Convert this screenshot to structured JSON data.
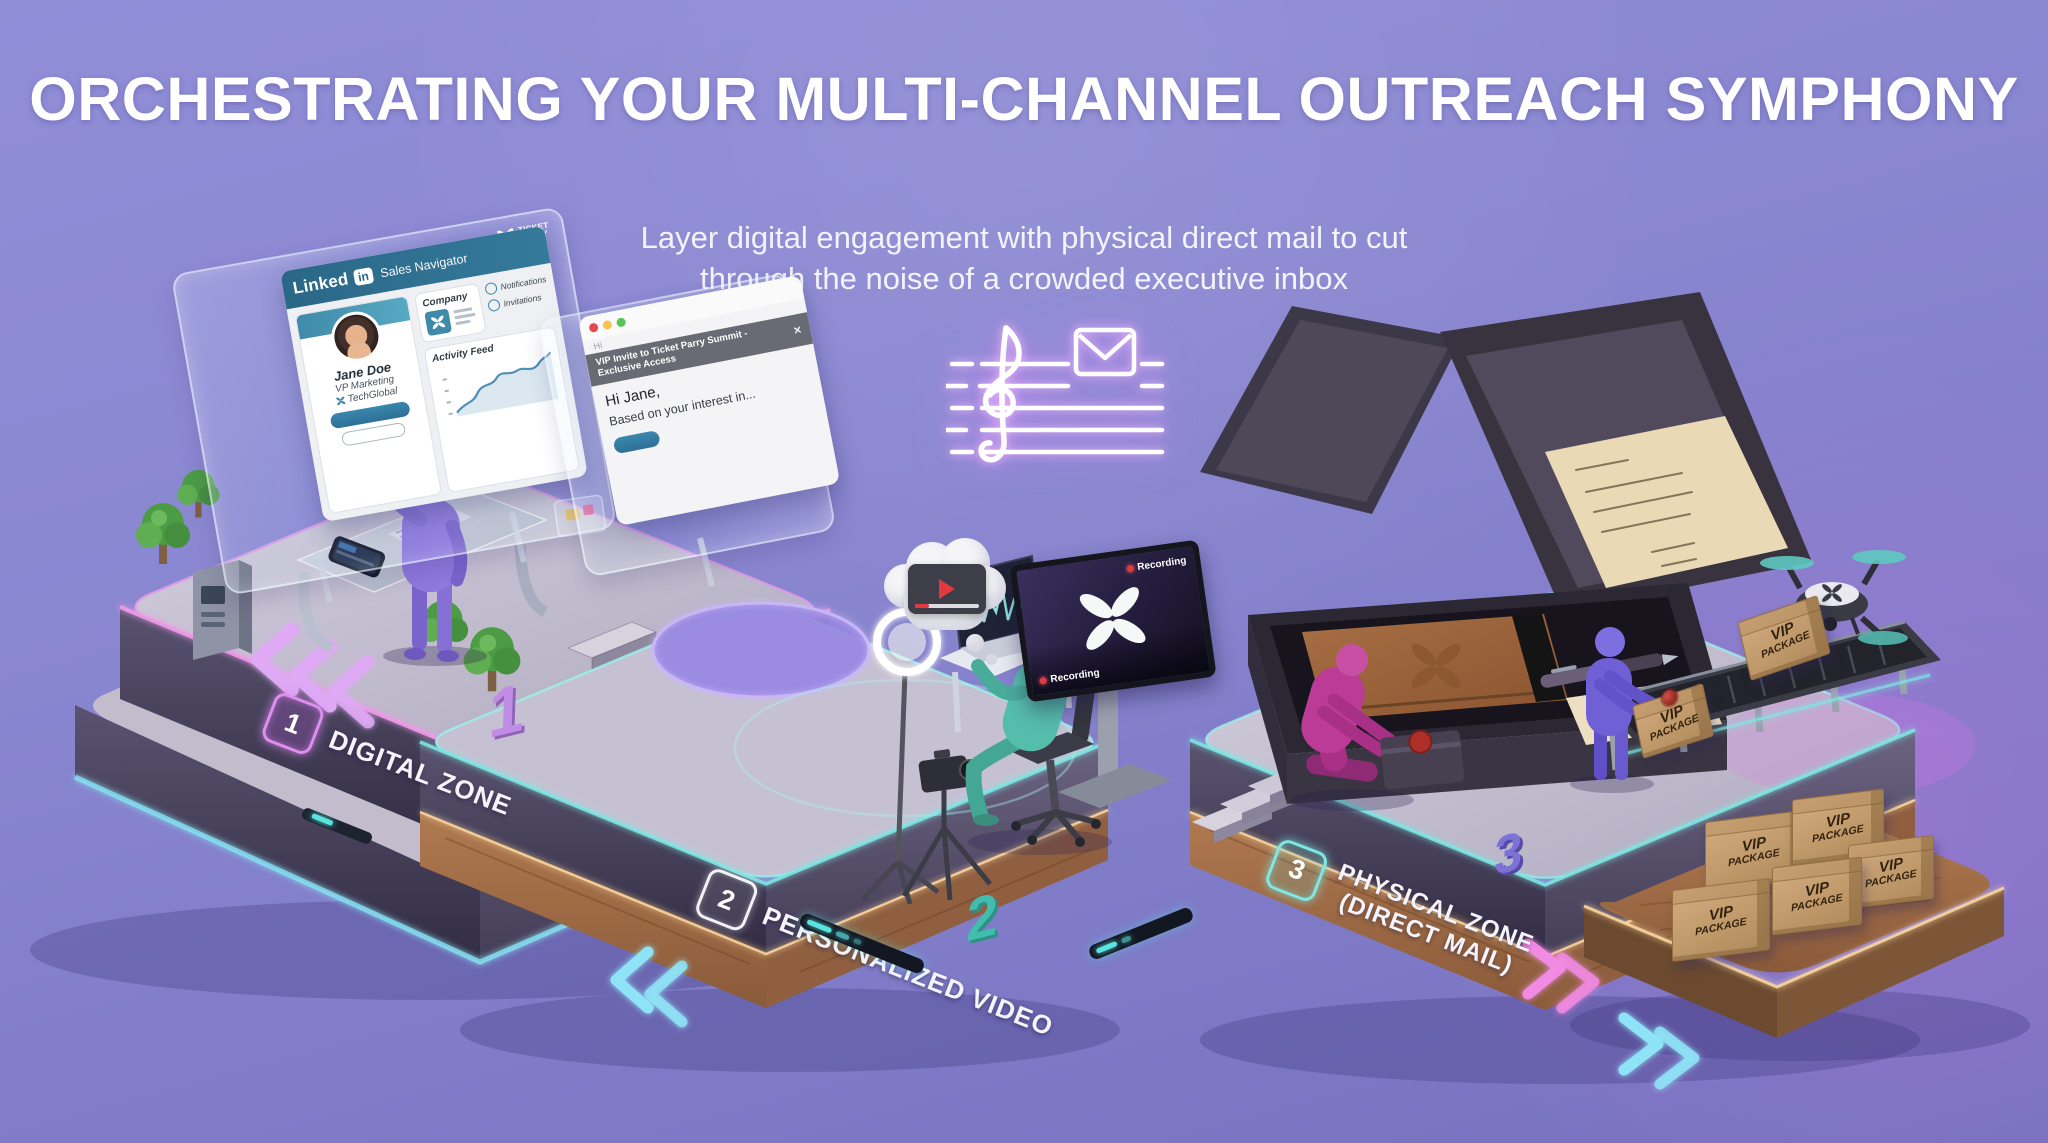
{
  "header": {
    "title": "ORCHESTRATING YOUR MULTI-CHANNEL OUTREACH SYMPHONY",
    "subtitle_line1": "Layer digital engagement with physical direct mail to cut",
    "subtitle_line2": "through the noise of a crowded executive inbox"
  },
  "zones": {
    "zone1": {
      "badge": "1",
      "label": "DIGITAL ZONE",
      "floor_numeral": "1"
    },
    "zone2": {
      "badge": "2",
      "label": "PERSONALIZED VIDEO",
      "floor_numeral": "2"
    },
    "zone3": {
      "badge": "3",
      "label_line1": "PHYSICAL ZONE",
      "label_line2": "(DIRECT MAIL)",
      "floor_numeral": "3"
    }
  },
  "linkedin_board": {
    "brand": "Linked",
    "brand_badge": "in",
    "app_name": "Sales Navigator",
    "logo_text": "TICKET PARRY",
    "menu_item1": "Notifications",
    "menu_item2": "Invitations",
    "profile_name": "Jane Doe",
    "profile_title": "VP Marketing",
    "profile_company": "TechGlobal",
    "company_panel_title": "Company",
    "activity_panel_title": "Activity Feed"
  },
  "email_window": {
    "to_field": "Hi",
    "subject": "VIP Invite to Ticket Parry Summit - Exclusive Access",
    "greeting": "Hi Jane,",
    "body_line": "Based on your interest in...",
    "close_glyph": "×"
  },
  "studio": {
    "recording_label": "Recording"
  },
  "package_label": {
    "line1": "VIP",
    "line2": "PACKAGE"
  },
  "colors": {
    "background": "#8a87d1",
    "neon_purple": "#e08df0",
    "neon_teal": "#7fe8e4",
    "neon_pink": "#f08ae2",
    "linkedin_header": "#2f6d8e",
    "record_red": "#e0393f",
    "wood": "#a06c48",
    "figure_purple": "#8f79dd",
    "figure_teal": "#55bdab",
    "figure_magenta": "#bb3b96",
    "figure_violet": "#6f60d6"
  }
}
